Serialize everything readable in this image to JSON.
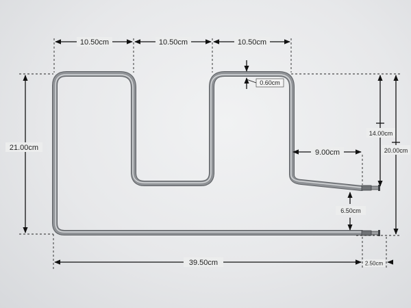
{
  "diagram": {
    "object": "heating-element",
    "colors": {
      "background": "#e8e9eb",
      "tube": "#8d9094",
      "tube_highlight": "#d7d9db",
      "tube_shadow": "#5b5e62",
      "dimension_line": "#111111"
    },
    "dimensions": {
      "top_seg_1": "10.50cm",
      "top_seg_2": "10.50cm",
      "top_seg_3": "10.50cm",
      "tube_diameter": "0.60cm",
      "overall_height": "21.00cm",
      "right_height_a": "14.00cm",
      "right_height_b": "20.00cm",
      "inner_leg_length": "9.00cm",
      "terminal_gap": "6.50cm",
      "overall_length": "39.50cm",
      "terminal_length": "2.50cm"
    }
  }
}
